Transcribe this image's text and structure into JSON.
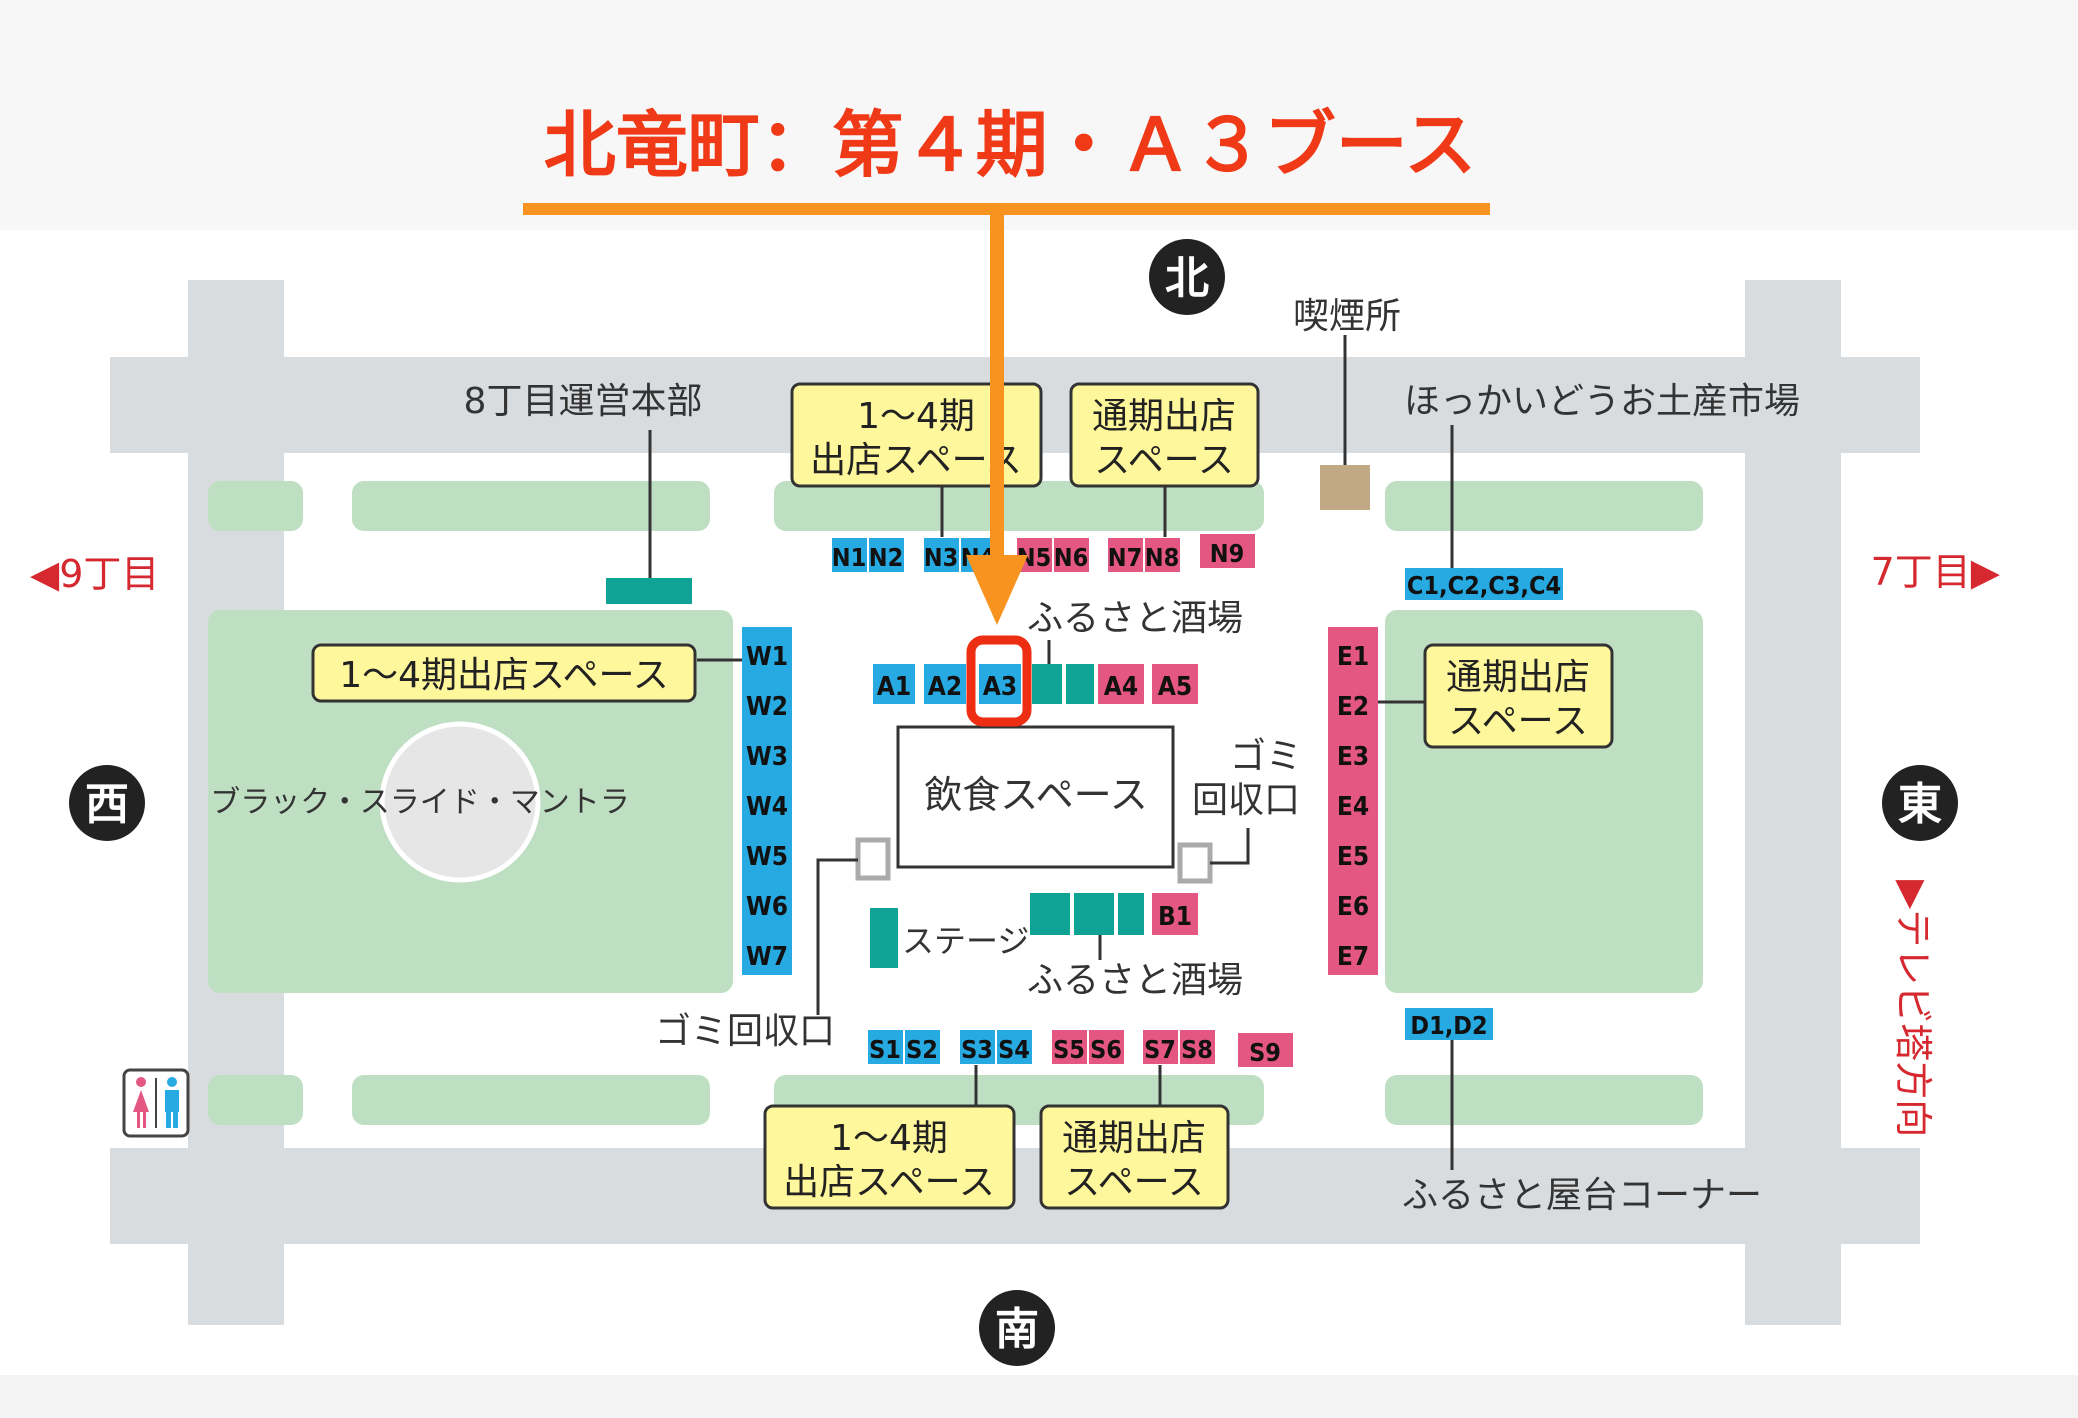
{
  "title": "北竜町：第４期・Ａ３ブース",
  "colors": {
    "title_red": "#f03a17",
    "arrow_orange": "#f7931e",
    "highlight_red": "#ee2e12",
    "road_gray": "#d8dcdf",
    "green_area": "#bfdfc3",
    "booth_blue": "#27a9e1",
    "booth_pink": "#e55783",
    "booth_teal": "#0fa396",
    "label_yellow": "#fff79b",
    "smoking_tan": "#c2a985",
    "red_text": "#d6282f"
  },
  "compass": {
    "north": "北",
    "south": "南",
    "west": "西",
    "east": "東"
  },
  "directions": {
    "left": "◀9丁目",
    "right": "7丁目▶",
    "tv_tower": "▶テレビ塔方向"
  },
  "labels": {
    "hq": "8丁目運営本部",
    "smoking": "喫煙所",
    "hokkaido_market": "ほっかいどうお土産市場",
    "furusato_sakaba_top": "ふるさと酒場",
    "furusato_sakaba_bottom": "ふるさと酒場",
    "food_space": "飲食スペース",
    "garbage_right": [
      "ゴミ",
      "回収口"
    ],
    "garbage_left": "ゴミ回収口",
    "stage": "ステージ",
    "slide": "ブラック・スライド・マントラ",
    "yatai": "ふるさと屋台コーナー"
  },
  "yellow_boxes": {
    "north_14": [
      "1～4期",
      "出店スペース"
    ],
    "north_full": [
      "通期出店",
      "スペース"
    ],
    "west_14": "1～4期出店スペース",
    "east_full": [
      "通期出店",
      "スペース"
    ],
    "south_14": [
      "1～4期",
      "出店スペース"
    ],
    "south_full": [
      "通期出店",
      "スペース"
    ]
  },
  "booths": {
    "north": [
      "N1",
      "N2",
      "N3",
      "N4",
      "N5",
      "N6",
      "N7",
      "N8",
      "N9"
    ],
    "a_row": [
      "A1",
      "A2",
      "A3",
      "A4",
      "A5"
    ],
    "b_row": [
      "B1"
    ],
    "south": [
      "S1",
      "S2",
      "S3",
      "S4",
      "S5",
      "S6",
      "S7",
      "S8",
      "S9"
    ],
    "west": [
      "W1",
      "W2",
      "W3",
      "W4",
      "W5",
      "W6",
      "W7"
    ],
    "east": [
      "E1",
      "E2",
      "E3",
      "E4",
      "E5",
      "E6",
      "E7"
    ],
    "c_group": "C1,C2,C3,C4",
    "d_group": "D1,D2"
  },
  "highlighted_booth": "A3",
  "restroom_icon": "restroom-icon"
}
